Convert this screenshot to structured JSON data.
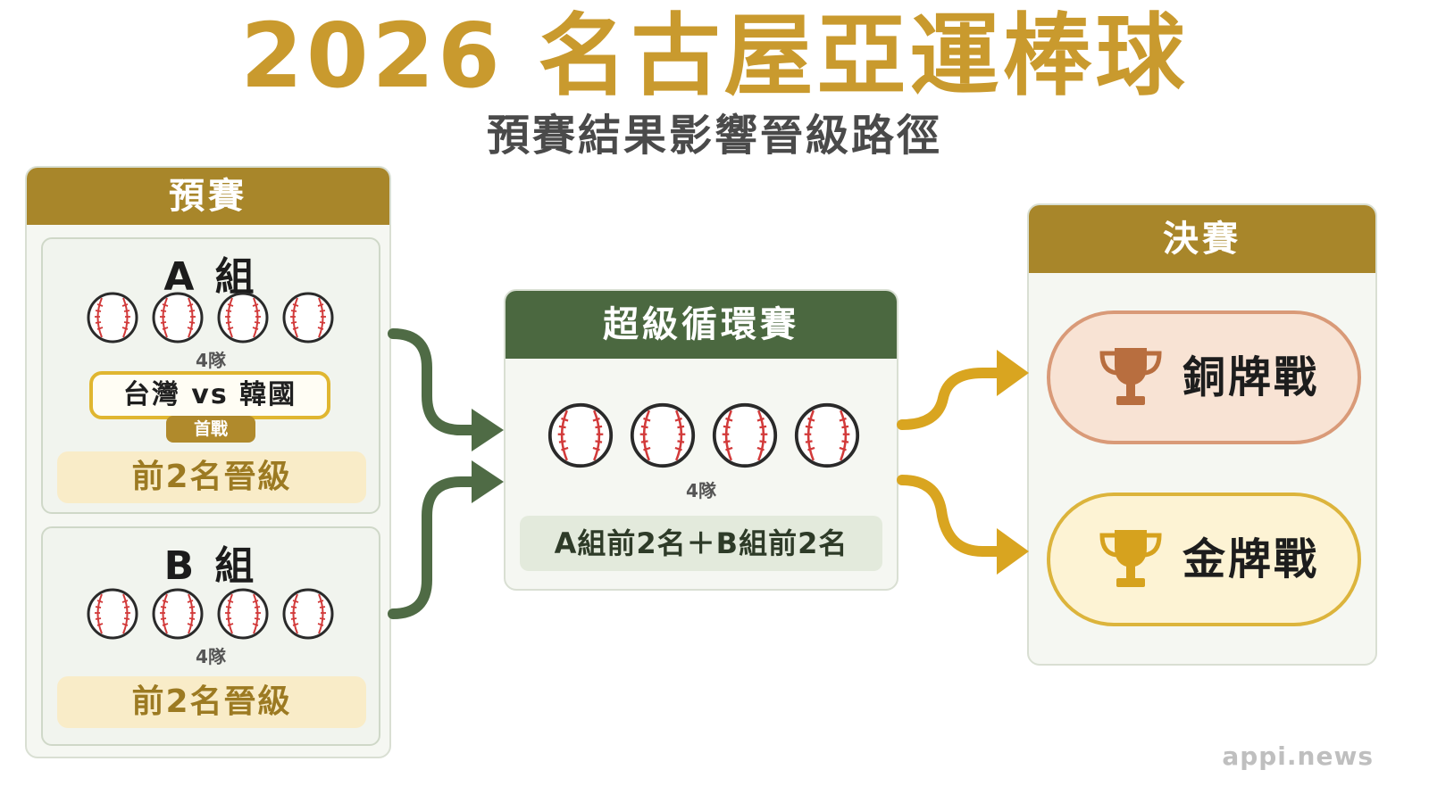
{
  "title": "2026 名古屋亞運棒球",
  "subtitle": "預賽結果影響晉級路徑",
  "preliminary": {
    "header": "預賽",
    "groups": [
      {
        "title": "A 組",
        "team_count": "4隊",
        "matchup": "台灣 vs 韓國",
        "matchup_badge": "首戰",
        "advance": "前2名晉級"
      },
      {
        "title": "B 組",
        "team_count": "4隊",
        "advance": "前2名晉級"
      }
    ]
  },
  "super_round": {
    "header": "超級循環賽",
    "team_count": "4隊",
    "note": "A組前2名＋B組前2名"
  },
  "finals": {
    "header": "決賽",
    "bronze_label": "銅牌戰",
    "gold_label": "金牌戰"
  },
  "icons": {
    "ball": "baseball-icon",
    "trophy": "trophy-icon"
  },
  "colors": {
    "title": "#c99a2e",
    "gold_header": "#a8862a",
    "green_header": "#4b6840",
    "green_arrow": "#4f6b45",
    "gold_arrow": "#d9a520",
    "bronze_trophy": "#b86e3f",
    "gold_trophy": "#d6a21e"
  },
  "watermark": "appi.news"
}
